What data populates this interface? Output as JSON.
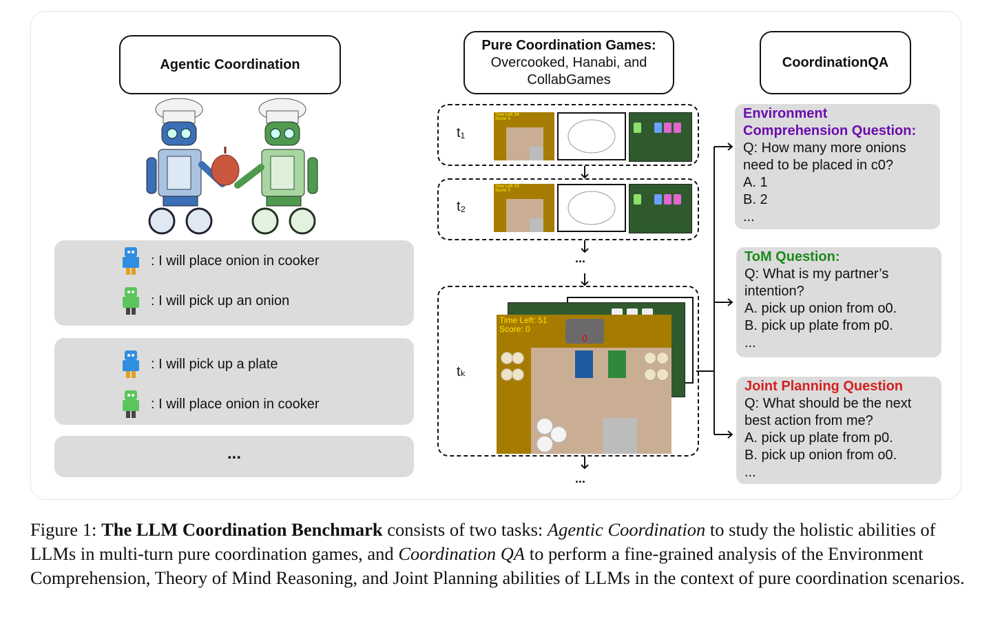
{
  "left": {
    "title": "Agentic Coordination",
    "dialog1": [
      "I will place onion in cooker",
      "I will pick up an onion"
    ],
    "dialog2": [
      "I will pick up a plate",
      "I will place onion in cooker"
    ],
    "ellipsis": "..."
  },
  "middle": {
    "title_bold": "Pure Coordination Games:",
    "title_rest": "Overcooked, Hanabi, and CollabGames",
    "t1": "t₁",
    "t2": "t₂",
    "tk": "tₖ",
    "dots": "...",
    "game_time": "Time Left: 51",
    "game_score": "Score: 0",
    "pot_count": "0",
    "mini_time_1": "Time Left: 54",
    "mini_score_1": "Score: 0",
    "mini_time_2": "Time Left: 53",
    "mini_score_2": "Score: 0"
  },
  "right": {
    "title": "CoordinationQA",
    "q1": {
      "head1": "Environment",
      "head2": "Comprehension Question:",
      "lines": [
        "Q: How many more onions",
        "need to be placed in c0?",
        "A. 1",
        "B. 2",
        "..."
      ],
      "color": "#6a0dad"
    },
    "q2": {
      "head": "ToM Question:",
      "lines": [
        "Q: What is my partner’s",
        "intention?",
        "A. pick up onion from o0.",
        "B. pick up plate from p0.",
        "..."
      ],
      "color": "#1a8a1a"
    },
    "q3": {
      "head": "Joint Planning Question",
      "lines": [
        "Q: What should be the next",
        "best action from me?",
        "A. pick up plate from p0.",
        "B. pick up onion from o0.",
        "..."
      ],
      "color": "#d42020"
    }
  },
  "caption": {
    "label": "Figure 1:",
    "bold": "The LLM Coordination Benchmark",
    "t1": "consists of two tasks:",
    "i1": "Agentic Coordination",
    "t2": "to study the holistic abilities of LLMs in multi-turn pure coordination games, and",
    "i2": "Coordination QA",
    "t3": "to perform a fine-grained analysis of the Environment Comprehension, Theory of Mind Reasoning, and Joint Planning abilities of LLMs in the context of pure coordination scenarios."
  },
  "icons": {
    "blue_robot": "blue-robot-icon",
    "green_robot": "green-robot-icon",
    "arrow": "arrow-icon"
  }
}
